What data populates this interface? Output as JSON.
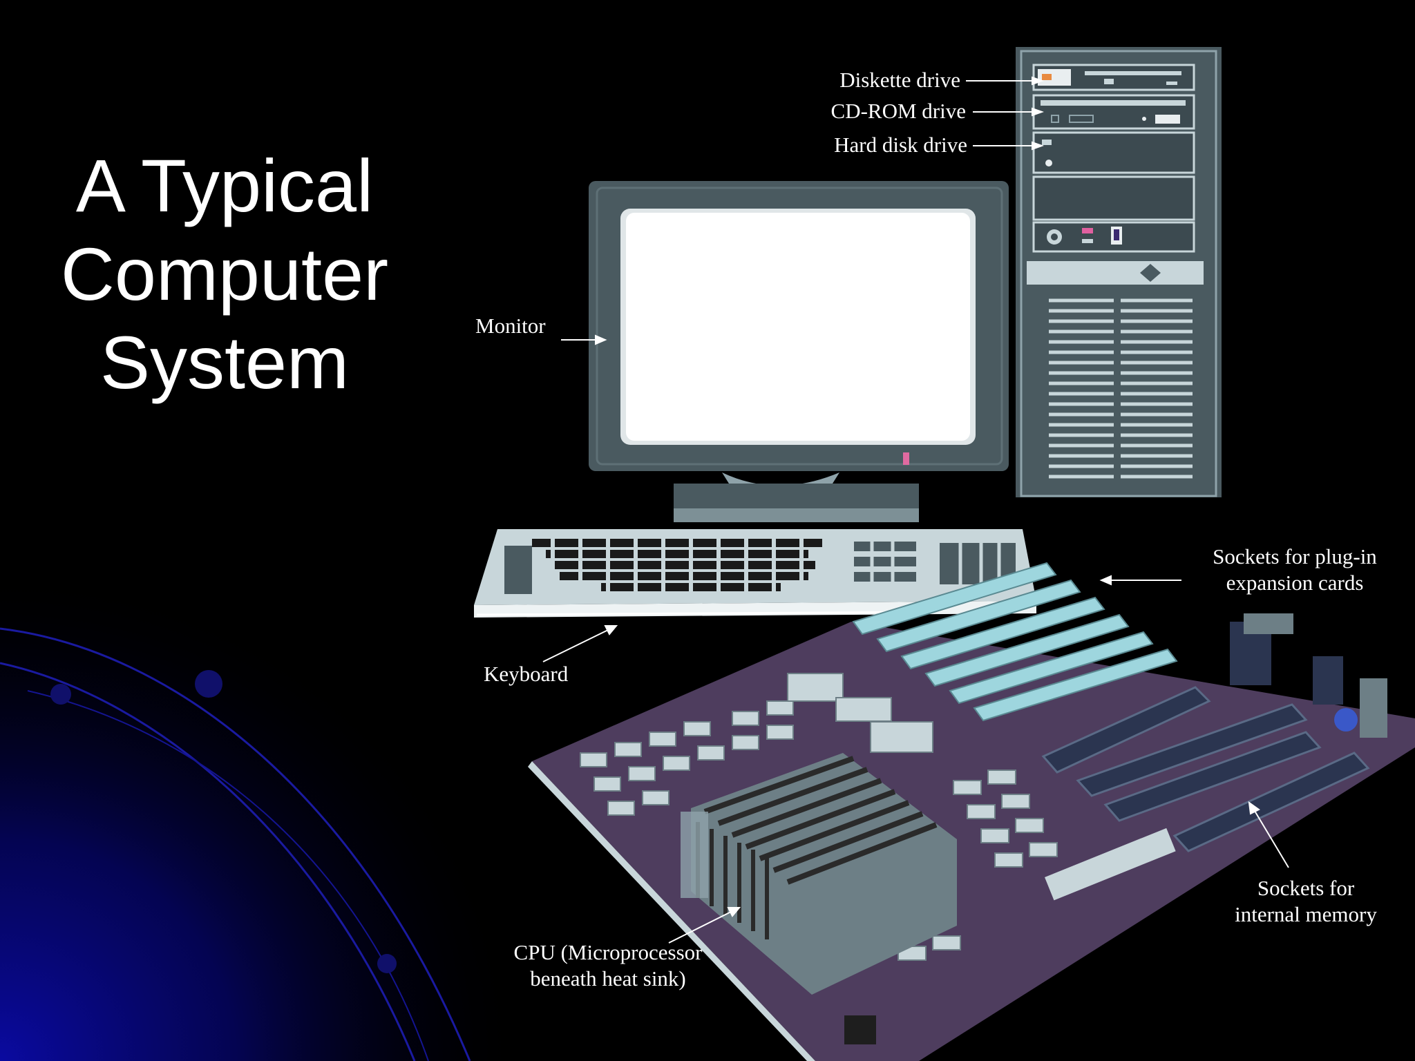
{
  "title": {
    "lines": [
      "A Typical",
      "Computer",
      "System"
    ]
  },
  "labels": {
    "diskette": "Diskette drive",
    "cdrom": "CD-ROM drive",
    "harddisk": "Hard disk drive",
    "monitor": "Monitor",
    "keyboard": "Keyboard",
    "expansion": {
      "line1": "Sockets for plug-in",
      "line2": "expansion cards"
    },
    "memory": {
      "line1": "Sockets for",
      "line2": "internal memory"
    },
    "cpu": {
      "line1": "CPU (Microprocessor",
      "line2": "beneath heat sink)"
    }
  },
  "colors": {
    "background": "#000000",
    "swirl": "#0a0a8a",
    "case": "#4a5a60",
    "board": "#4e3d5e",
    "slots": "#9ed6de",
    "memory_sockets": "#2b3550"
  }
}
